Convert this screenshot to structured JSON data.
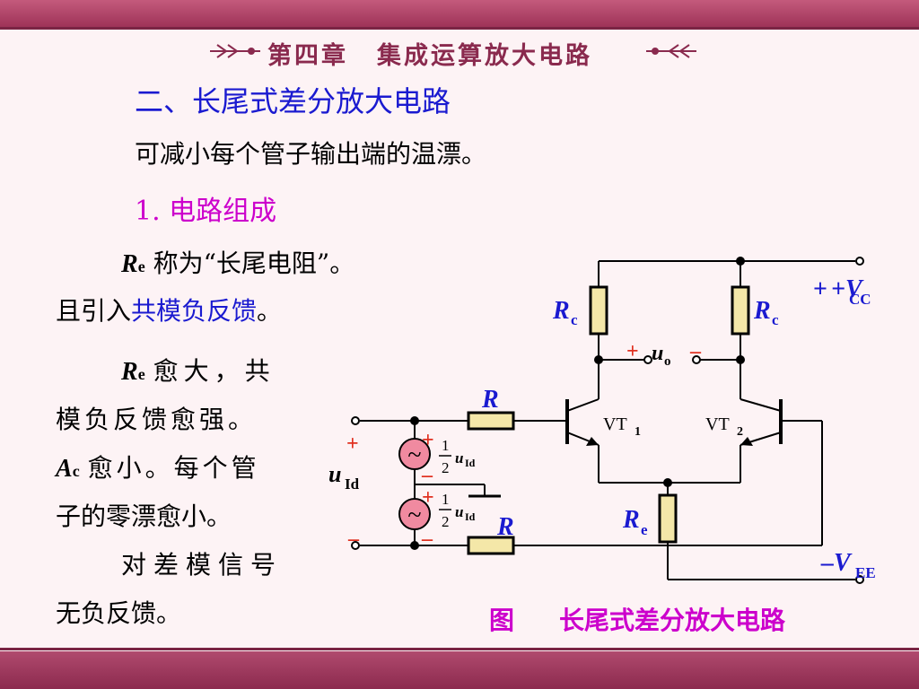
{
  "header": {
    "chapter_no": "第四章",
    "chapter_title": "集成运算放大电路"
  },
  "section_title": "二、长尾式差分放大电路",
  "intro": "可减小每个管子输出端的温漂。",
  "subsection": "1. 电路组成",
  "para1": {
    "symbol": "R",
    "symbol_sub": "e",
    "text": "称为“长尾电阻”。",
    "line2_prefix": "且引入",
    "line2_highlight": "共模负反馈",
    "line2_suffix": "。"
  },
  "para2": {
    "symbol": "R",
    "symbol_sub": "e",
    "line1": "愈大，共",
    "line2": "模负反馈愈强。",
    "ac_symbol": "A",
    "ac_sub": "c",
    "line3": "愈小。每个管",
    "line4": "子的零漂愈小。"
  },
  "para3": {
    "line1": "对差模信号",
    "line2": "无负反馈。"
  },
  "circuit": {
    "vcc": "+V",
    "vcc_sub": "CC",
    "vee": "–V",
    "vee_sub": "EE",
    "rc_left": "R",
    "rc_left_sub": "c",
    "rc_right": "R",
    "rc_right_sub": "c",
    "re": "R",
    "re_sub": "e",
    "r_top": "R",
    "r_bottom": "R",
    "vt1": "VT",
    "vt1_sub": "1",
    "vt2": "VT",
    "vt2_sub": "2",
    "uo": "u",
    "uo_sub": "o",
    "uid": "u",
    "uid_sub": "Id",
    "half_num": "1",
    "half_den": "2",
    "source_symbol": "~",
    "plus": "+",
    "minus": "–",
    "caption_prefix": "图",
    "caption": "长尾式差分放大电路"
  },
  "colors": {
    "accent": "#9e3358",
    "title_blue": "#1a1ad0",
    "magenta": "#cc00cc",
    "resistor_fill": "#f4e7a8",
    "source_fill": "#f08aa0",
    "polarity_red": "#e03020"
  }
}
